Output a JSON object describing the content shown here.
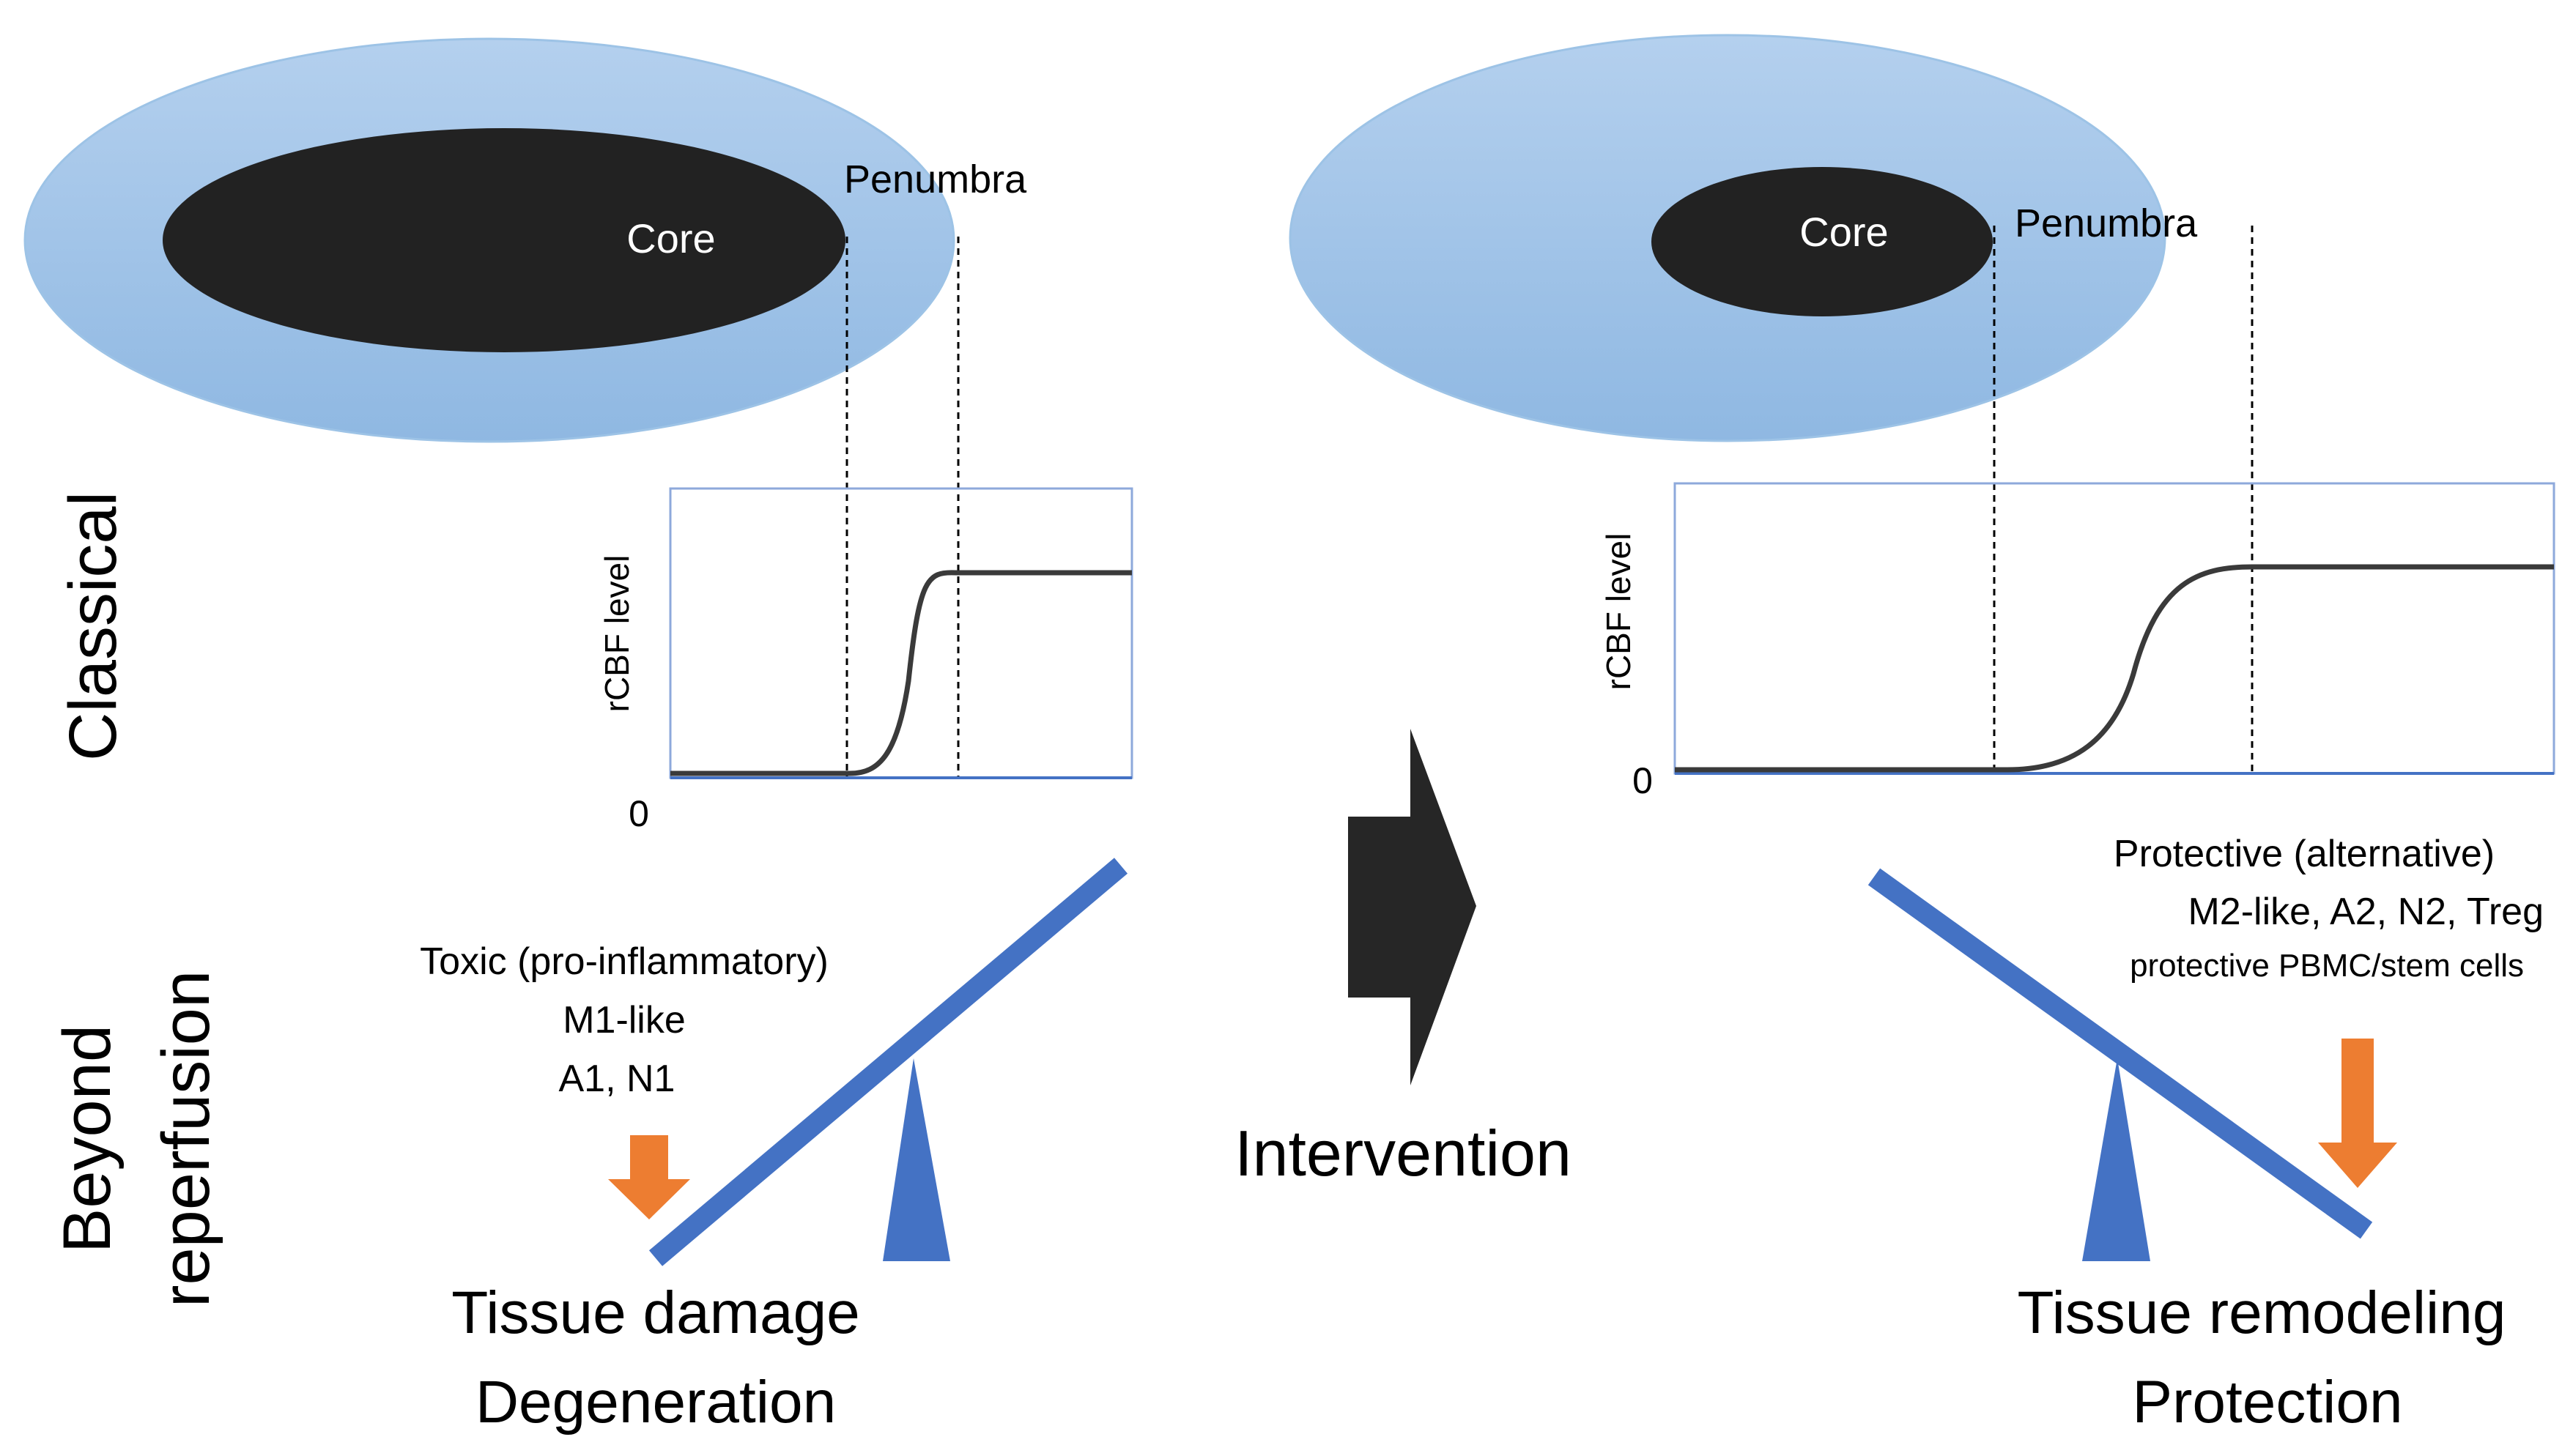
{
  "side_labels": {
    "classical": "Classical",
    "beyond_line1": "Beyond",
    "beyond_line2": "reperfusion"
  },
  "left": {
    "core_label": "Core",
    "penumbra_label": "Penumbra",
    "ylabel": "rCBF level",
    "zero_label": "0",
    "toxic_title": "Toxic (pro-inflammatory)",
    "toxic_line2": "M1-like",
    "toxic_line3": "A1, N1",
    "outcome_line1": "Tissue damage",
    "outcome_line2": "Degeneration"
  },
  "middle": {
    "intervention_label": "Intervention"
  },
  "right": {
    "core_label": "Core",
    "penumbra_label": "Penumbra",
    "ylabel": "rCBF level",
    "zero_label": "0",
    "protective_title": "Protective (alternative)",
    "protective_line2": "M2-like, A2, N2, Treg",
    "protective_line3": "protective PBMC/stem cells",
    "outcome_line1": "Tissue remodeling",
    "outcome_line2": "Protection"
  },
  "colors": {
    "penumbra_fill": "#9dc3e6",
    "core_fill": "#222222",
    "beam": "#4472c4",
    "down_arrow": "#ed7d31",
    "big_arrow": "#262626",
    "plot_frame": "#8ea9db"
  }
}
